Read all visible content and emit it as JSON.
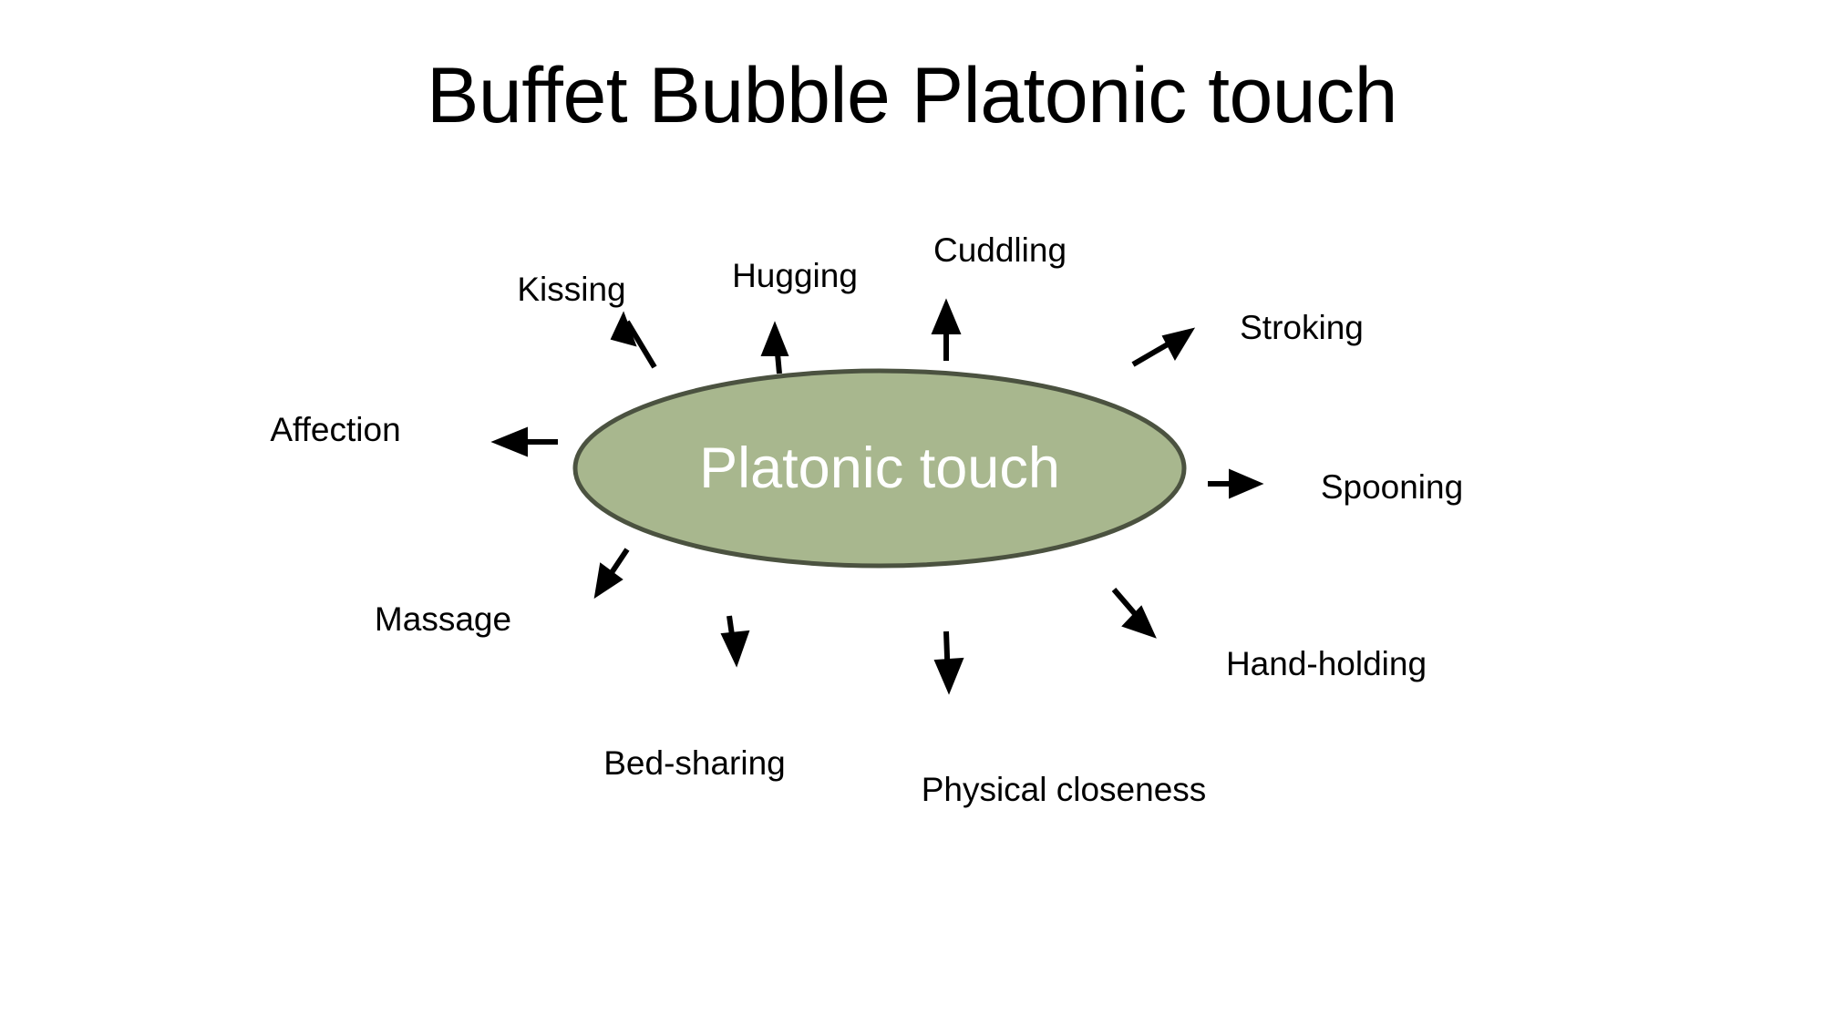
{
  "slide": {
    "title": "Buffet Bubble Platonic touch",
    "background_color": "#FFFFFF"
  },
  "center_node": {
    "label": "Platonic touch",
    "shape": "ellipse",
    "fill_color": "#A8B78E",
    "border_color": "#4B5240",
    "text_color": "#FFFFFF"
  },
  "branches": [
    {
      "label": "Kissing",
      "direction": "up-left",
      "arrow": "arrow-up-left-icon"
    },
    {
      "label": "Hugging",
      "direction": "up",
      "arrow": "arrow-up-icon"
    },
    {
      "label": "Cuddling",
      "direction": "up",
      "arrow": "arrow-up-icon"
    },
    {
      "label": "Stroking",
      "direction": "up-right",
      "arrow": "arrow-up-right-icon"
    },
    {
      "label": "Spooning",
      "direction": "right",
      "arrow": "arrow-right-icon"
    },
    {
      "label": "Hand-holding",
      "direction": "down-right",
      "arrow": "arrow-down-right-icon"
    },
    {
      "label": "Physical closeness",
      "direction": "down",
      "arrow": "arrow-down-icon"
    },
    {
      "label": "Bed-sharing",
      "direction": "down",
      "arrow": "arrow-down-icon"
    },
    {
      "label": "Massage",
      "direction": "down-left",
      "arrow": "arrow-down-left-icon"
    },
    {
      "label": "Affection",
      "direction": "left",
      "arrow": "arrow-left-icon"
    }
  ]
}
